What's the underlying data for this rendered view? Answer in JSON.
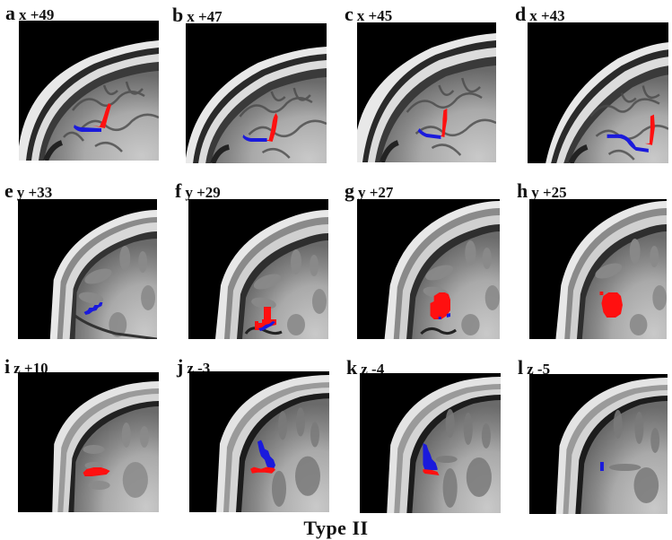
{
  "figure": {
    "title": "Type II",
    "overlay_colors": {
      "red": "#ff1010",
      "blue": "#1a1adc"
    },
    "rows": [
      {
        "plane": "sagittal",
        "axis": "x"
      },
      {
        "plane": "coronal",
        "axis": "y"
      },
      {
        "plane": "axial",
        "axis": "z"
      }
    ],
    "panels": [
      {
        "letter": "a",
        "coord": "x +49",
        "plane": "sagittal",
        "overlays": [
          "red",
          "blue"
        ]
      },
      {
        "letter": "b",
        "coord": "x +47",
        "plane": "sagittal",
        "overlays": [
          "red",
          "blue"
        ]
      },
      {
        "letter": "c",
        "coord": "x +45",
        "plane": "sagittal",
        "overlays": [
          "red",
          "blue"
        ]
      },
      {
        "letter": "d",
        "coord": "x +43",
        "plane": "sagittal",
        "overlays": [
          "red",
          "blue"
        ]
      },
      {
        "letter": "e",
        "coord": "y +33",
        "plane": "coronal",
        "overlays": [
          "blue"
        ]
      },
      {
        "letter": "f",
        "coord": "y +29",
        "plane": "coronal",
        "overlays": [
          "red",
          "blue"
        ]
      },
      {
        "letter": "g",
        "coord": "y +27",
        "plane": "coronal",
        "overlays": [
          "red",
          "blue"
        ]
      },
      {
        "letter": "h",
        "coord": "y +25",
        "plane": "coronal",
        "overlays": [
          "red"
        ]
      },
      {
        "letter": "i",
        "coord": "z +10",
        "plane": "axial",
        "overlays": [
          "red"
        ]
      },
      {
        "letter": "j",
        "coord": "z -3",
        "plane": "axial",
        "overlays": [
          "red",
          "blue"
        ]
      },
      {
        "letter": "k",
        "coord": "z -4",
        "plane": "axial",
        "overlays": [
          "red",
          "blue"
        ]
      },
      {
        "letter": "l",
        "coord": "z -5",
        "plane": "axial",
        "overlays": [
          "blue"
        ]
      }
    ]
  }
}
